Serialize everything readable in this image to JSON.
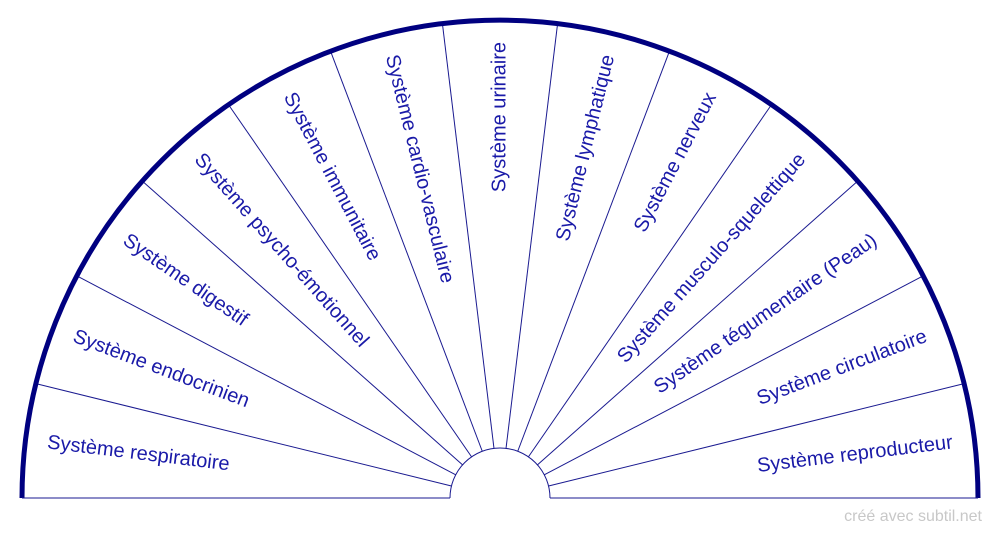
{
  "diagram": {
    "type": "semicircle-pendulum-chart",
    "colors": {
      "outline": "#000080",
      "lines": "#1a1a90",
      "text": "#1a1aa8",
      "credit": "#c8c8c8"
    },
    "sectors": [
      "Système respiratoire",
      "Système endocrinien",
      "Système digestif",
      "Système psycho-émotionnel",
      "Système immunitaire",
      "Système cardio-vasculaire",
      "Système urinaire",
      "Système lymphatique",
      "Système nerveux",
      "Système musculo-squelettique",
      "Système tégumentaire (Peau)",
      "Système circulatoire",
      "Système reproducteur"
    ]
  },
  "credit": "créé avec subtil.net"
}
